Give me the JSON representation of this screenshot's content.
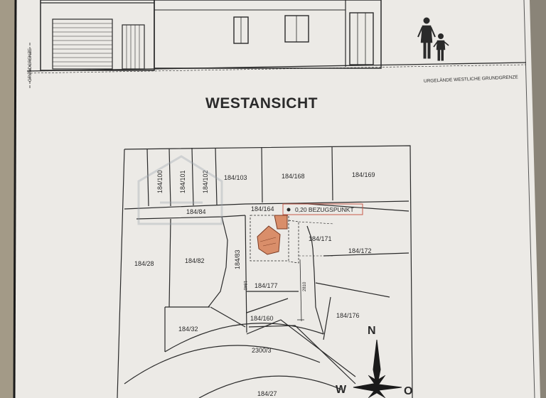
{
  "elevation": {
    "title": "WESTANSICHT",
    "left_boundary_label": "GRUNDGRENZE",
    "right_ground_label": "URGELÄNDE WESTLICHE GRUNDGRENZE"
  },
  "site_plan": {
    "parcels": {
      "p184_100": "184/100",
      "p184_101": "184/101",
      "p184_102": "184/102",
      "p184_103": "184/103",
      "p184_168": "184/168",
      "p184_169": "184/169",
      "p184_84": "184/84",
      "p184_164": "184/164",
      "p184_171": "184/171",
      "p184_172": "184/172",
      "p184_28": "184/28",
      "p184_82": "184/82",
      "p184_83": "184/83",
      "p184_177": "184/177",
      "p184_176": "184/176",
      "p184_160": "184/160",
      "p184_32": "184/32",
      "p2300_3": "2300/3",
      "p184_27": "184/27"
    },
    "reference_point": "0,20 BEZUGSPUNKT",
    "dimensions": {
      "d1": "2810",
      "d2": "1840"
    },
    "compass": {
      "north": "N",
      "west": "W",
      "east": "O"
    }
  },
  "colors": {
    "paper": "#eceae6",
    "ink": "#2a2a2a",
    "house": "#d98e6a",
    "reference_box": "#c85a4a"
  }
}
